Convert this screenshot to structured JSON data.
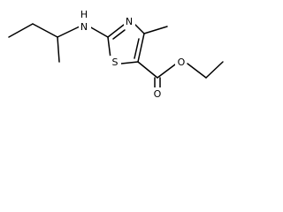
{
  "molecule": {
    "atoms": {
      "nh": "H",
      "n_of_nh": "N",
      "ring_n": "N",
      "ring_s": "S",
      "carbonyl_o": "O",
      "ester_o": "O"
    }
  },
  "colors": {
    "background": "#ffffff",
    "bond": "#000000",
    "text": "#000000"
  }
}
